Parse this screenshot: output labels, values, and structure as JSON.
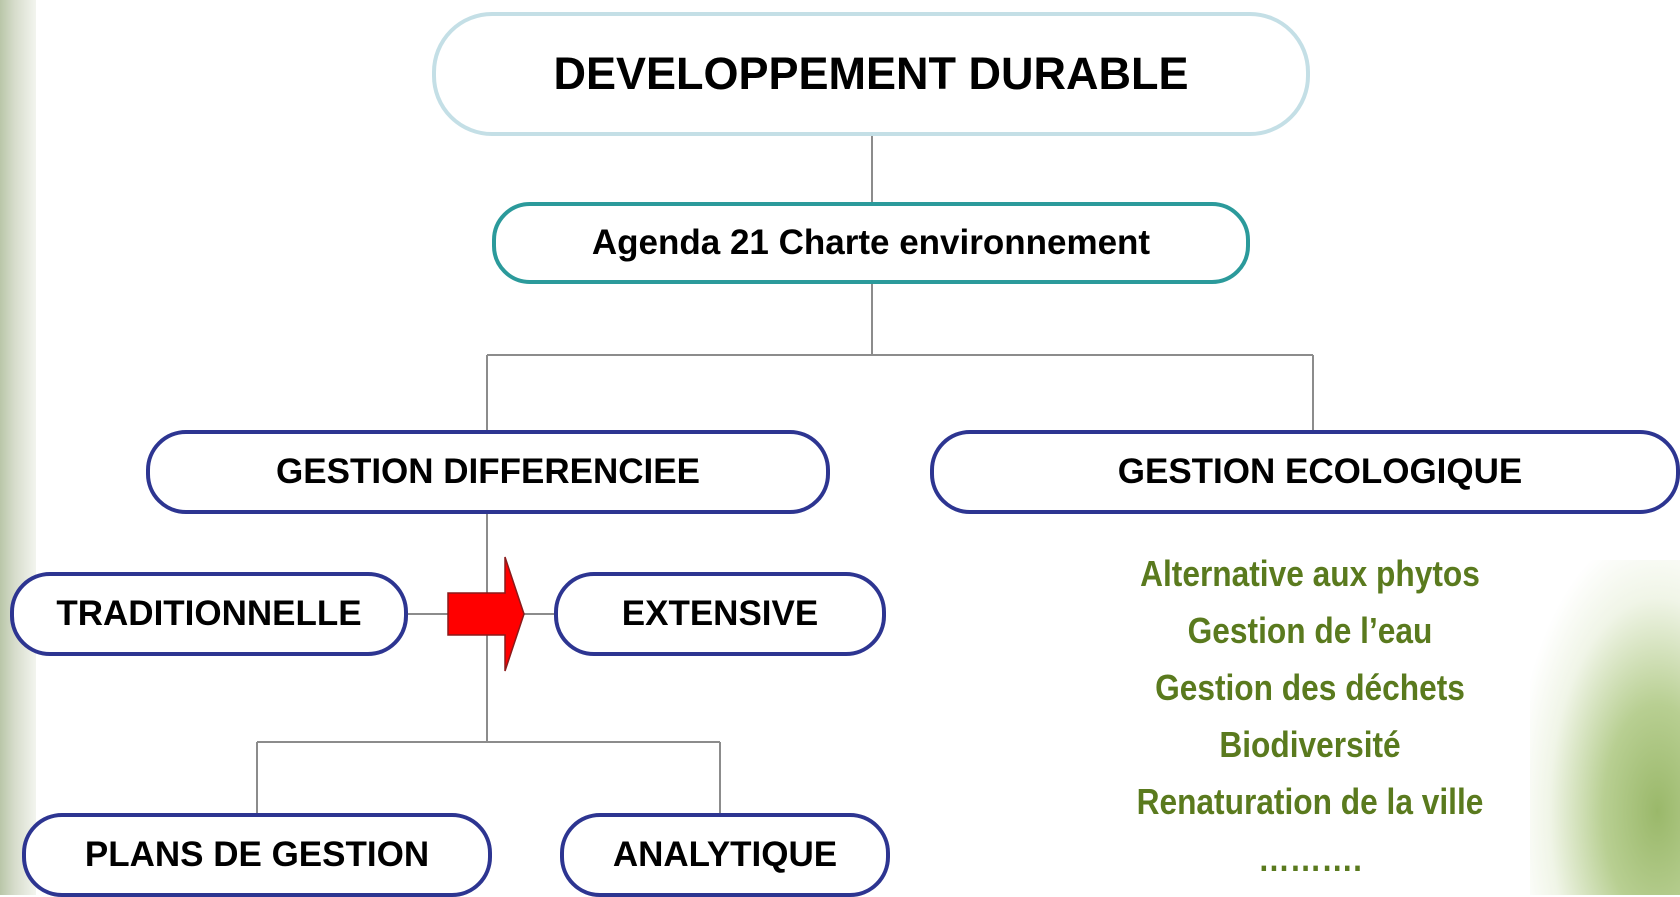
{
  "diagram": {
    "top": "DEVELOPPEMENT DURABLE",
    "agenda": "Agenda 21 Charte environnement",
    "gestion_differenciee": "GESTION DIFFERENCIEE",
    "gestion_ecologique": "GESTION ECOLOGIQUE",
    "traditionnelle": "TRADITIONNELLE",
    "extensive": "EXTENSIVE",
    "plans_de_gestion": "PLANS DE GESTION",
    "analytique": "ANALYTIQUE",
    "ecologique_items": [
      "Alternative aux phytos",
      "Gestion de l’eau",
      "Gestion des déchets",
      "Biodiversité",
      "Renaturation de la ville",
      "………."
    ]
  },
  "colors": {
    "top_border": "#c4dfe6",
    "agenda_border": "#2b9a9b",
    "box_border": "#2d3591",
    "connector": "#8c8c8c",
    "arrow_fill": "#ff0000",
    "eco_text": "#5a7a1e"
  }
}
